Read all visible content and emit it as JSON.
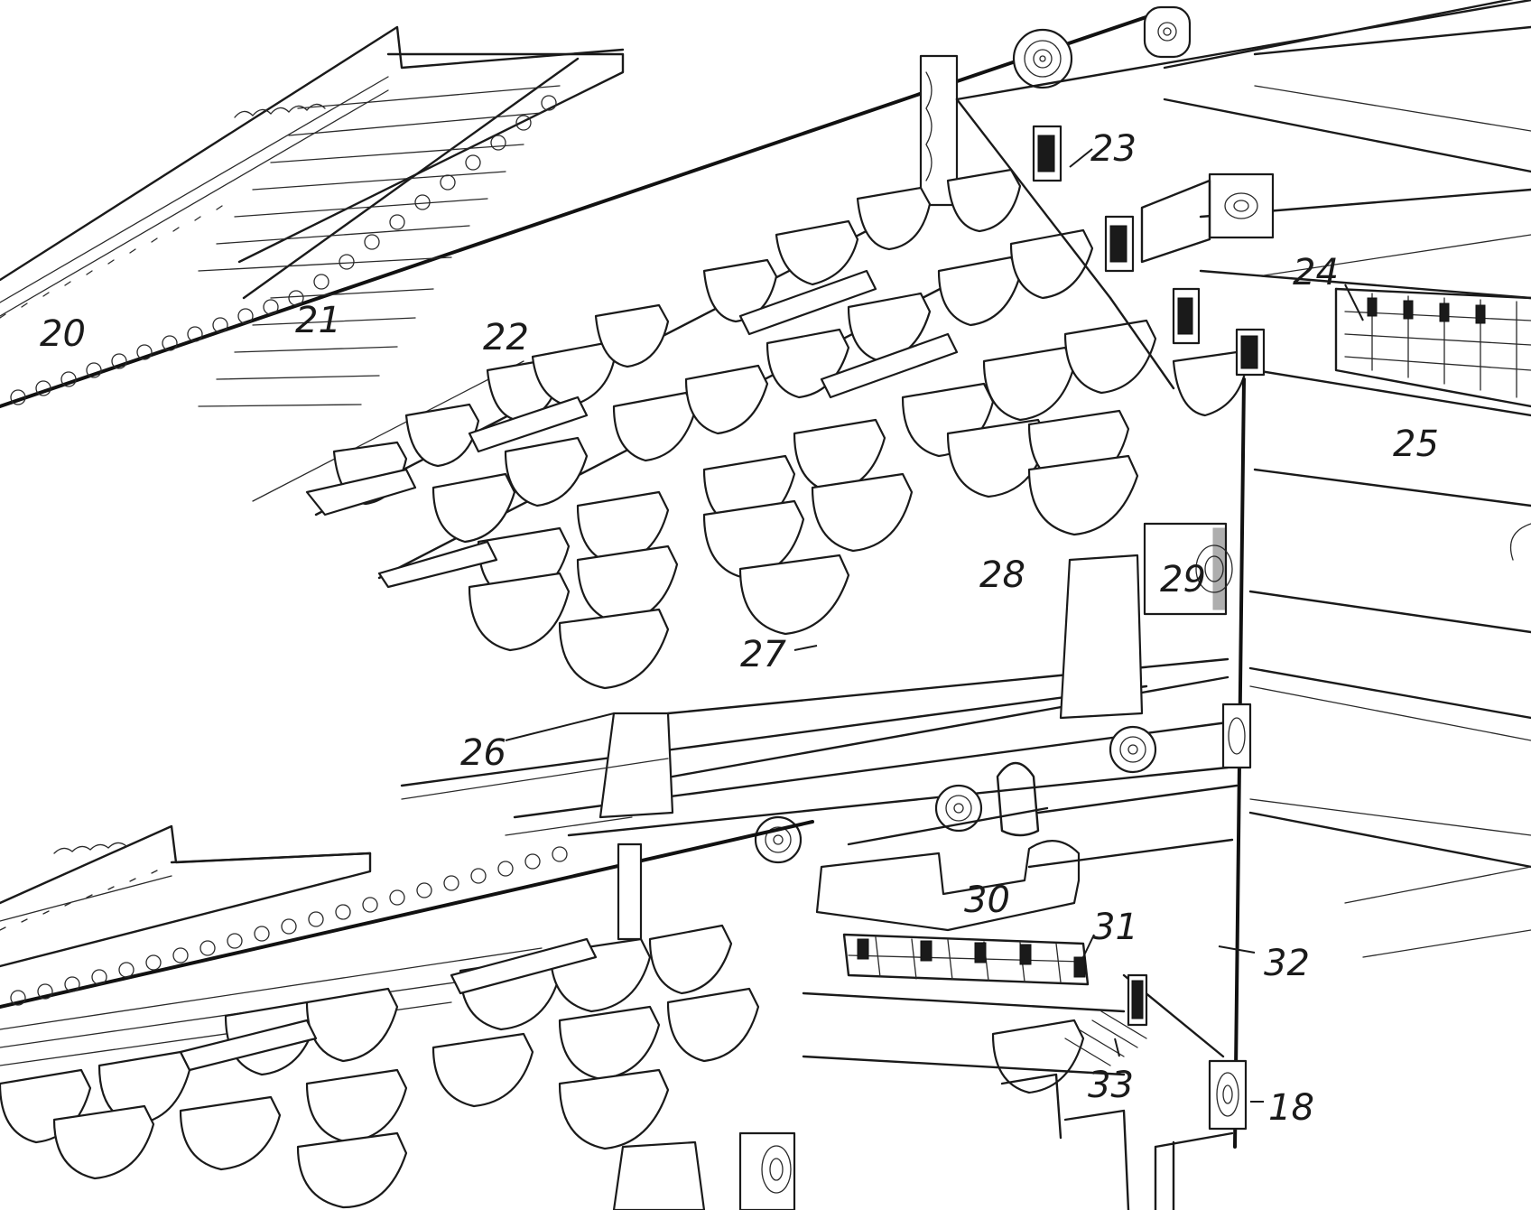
{
  "figure": {
    "callouts": [
      {
        "id": "label-20",
        "text": "20"
      },
      {
        "id": "label-21",
        "text": "21"
      },
      {
        "id": "label-22",
        "text": "22"
      },
      {
        "id": "label-23",
        "text": "23"
      },
      {
        "id": "label-24",
        "text": "24"
      },
      {
        "id": "label-25",
        "text": "25"
      },
      {
        "id": "label-26",
        "text": "26"
      },
      {
        "id": "label-27",
        "text": "27"
      },
      {
        "id": "label-28",
        "text": "28"
      },
      {
        "id": "label-29",
        "text": "29"
      },
      {
        "id": "label-30",
        "text": "30"
      },
      {
        "id": "label-31",
        "text": "31"
      },
      {
        "id": "label-32",
        "text": "32"
      },
      {
        "id": "label-33",
        "text": "33"
      },
      {
        "id": "label-18",
        "text": "18"
      }
    ]
  },
  "style": {
    "ink_color": "#1a1a1a",
    "paper_color": "#ffffff"
  }
}
